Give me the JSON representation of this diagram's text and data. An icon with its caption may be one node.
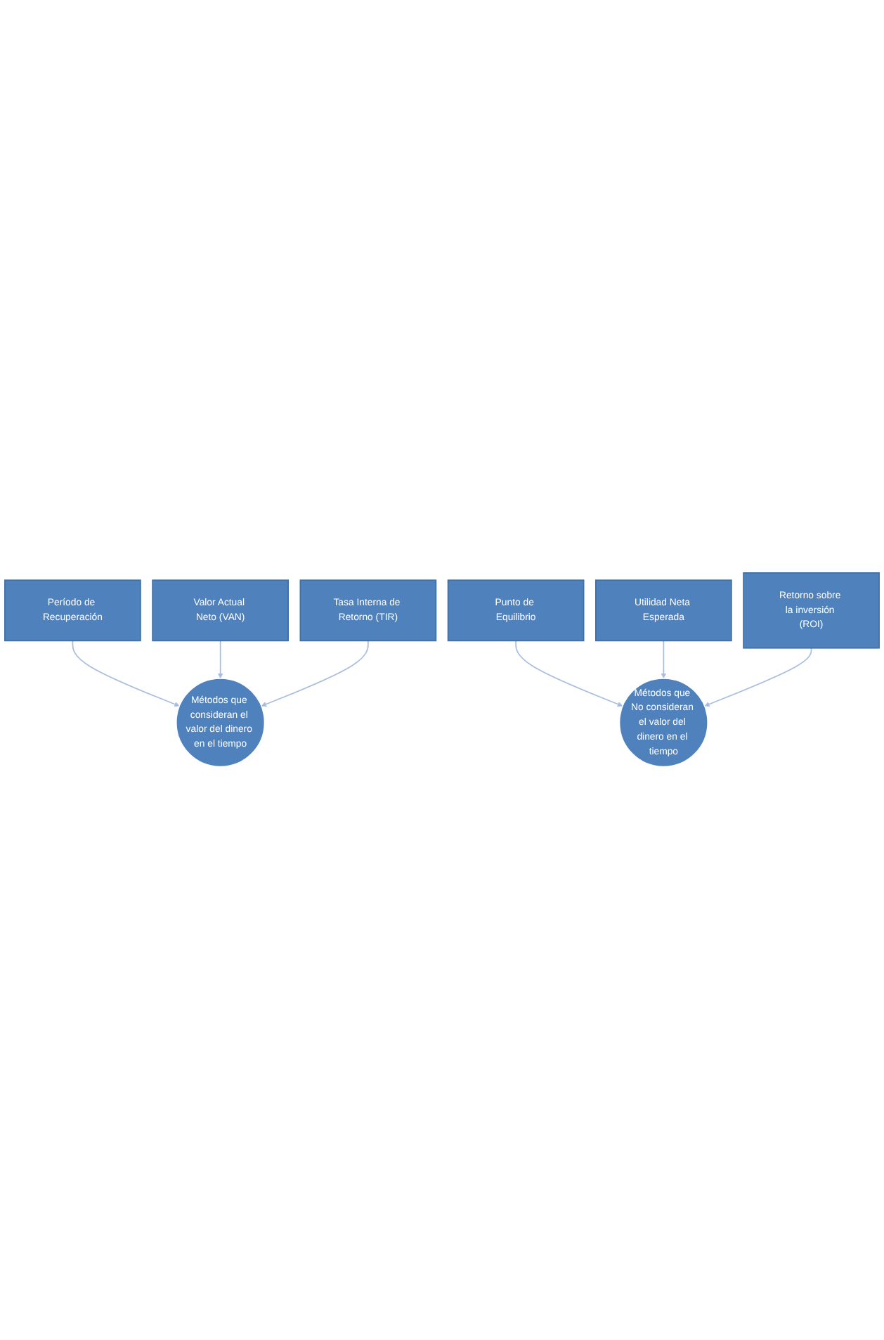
{
  "diagram": {
    "nodes": [
      {
        "text": [
          "Período de Recuperación"
        ]
      },
      {
        "text": [
          "Valor Actual Neto (VAN)"
        ]
      },
      {
        "text": [
          "Tasa Interna de Retorno (TIR)"
        ]
      },
      {
        "text": [
          "Métodos que consideran el valor del dinero en el tiempo"
        ]
      },
      {
        "text": [
          "Punto de Equilibrio"
        ]
      },
      {
        "text": [
          "Utilidad Neta Esperada"
        ]
      },
      {
        "text": [
          "Retorno sobre la inversión (ROI)"
        ]
      },
      {
        "text": [
          "Métodos que No consideran el valor del dinero en el tiempo"
        ]
      }
    ],
    "edges": [
      {
        "from": 0,
        "to": 3,
        "arrow": "to"
      },
      {
        "from": 1,
        "to": 3,
        "arrow": "to"
      },
      {
        "from": 2,
        "to": 3,
        "arrow": "to"
      },
      {
        "from": 4,
        "to": 7,
        "arrow": "to"
      },
      {
        "from": 5,
        "to": 7,
        "arrow": "to"
      },
      {
        "from": 6,
        "to": 7,
        "arrow": "to"
      }
    ]
  }
}
